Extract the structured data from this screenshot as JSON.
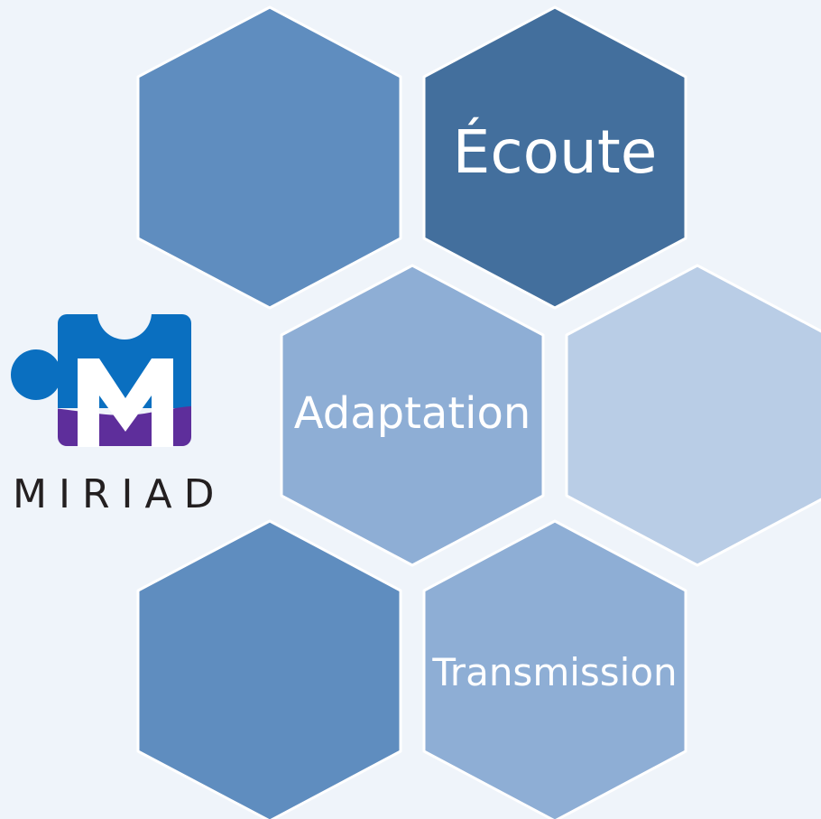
{
  "logo": {
    "wordmark": "MIRIAD",
    "letter": "M",
    "colors": {
      "blue": "#0a6fc0",
      "purple": "#5e2e9b",
      "letter": "#ffffff",
      "text": "#231f20"
    }
  },
  "hexagons": [
    {
      "id": "top-left",
      "label": "",
      "color": "#5f8dbf"
    },
    {
      "id": "top-right",
      "label": "Écoute",
      "color": "#436f9d"
    },
    {
      "id": "middle-left",
      "label": "Adaptation",
      "color": "#8eaed5"
    },
    {
      "id": "middle-right",
      "label": "",
      "color": "#b9cde6"
    },
    {
      "id": "bottom-left",
      "label": "",
      "color": "#5f8dbf"
    },
    {
      "id": "bottom-right",
      "label": "Transmission",
      "color": "#8eaed5"
    }
  ],
  "colors": {
    "background": "#eff4fa",
    "hex_border": "#ffffff",
    "label_text": "#ffffff"
  }
}
